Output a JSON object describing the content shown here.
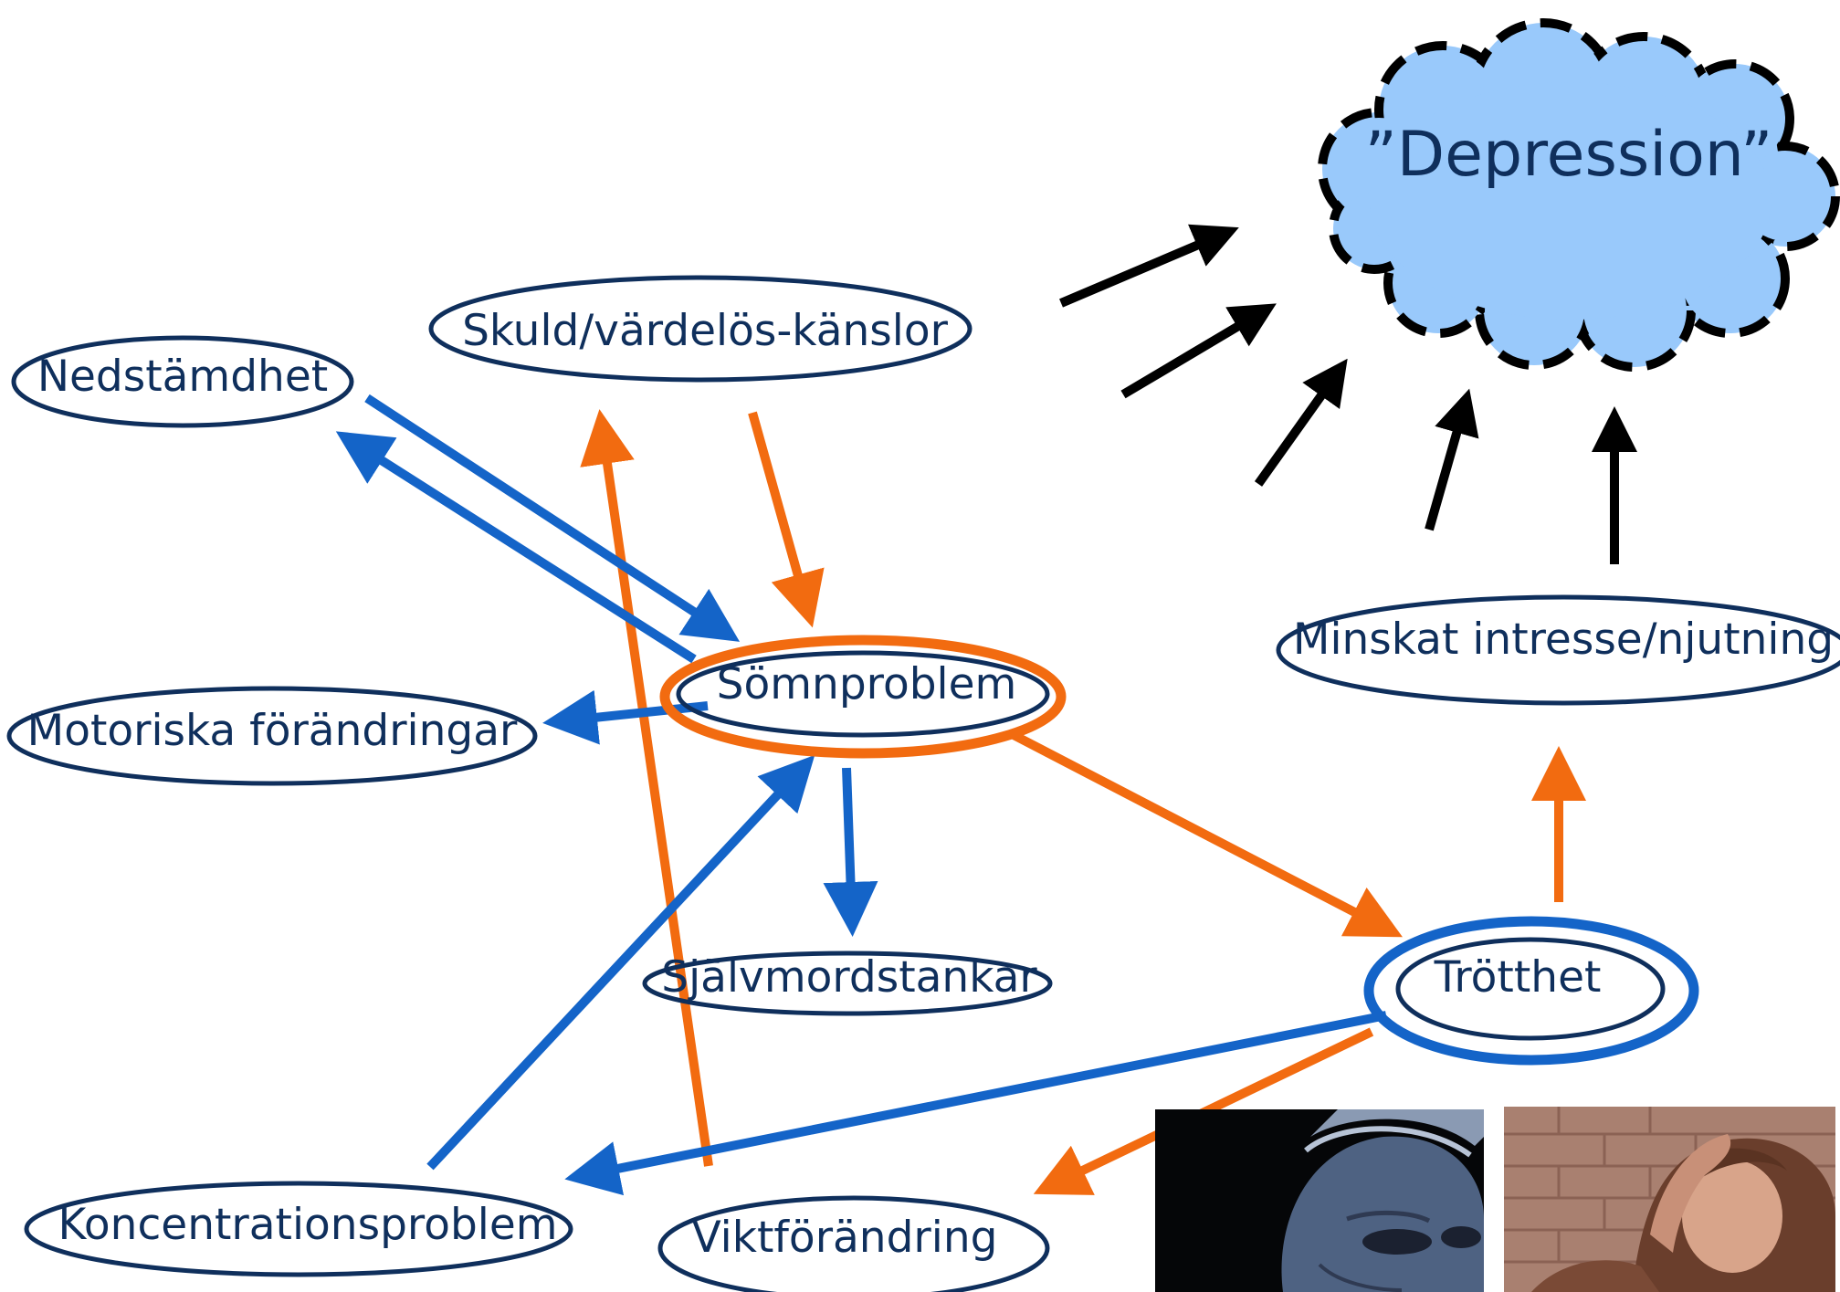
{
  "cloud": {
    "label": "”Depression”"
  },
  "nodes": {
    "nedstamdhet": "Nedstämdhet",
    "skuld": "Skuld/värdelös-känslor",
    "motoriska": "Motoriska förändringar",
    "somnproblem": "Sömnproblem",
    "minskat": "Minskat intresse/njutning",
    "sjalvmord": "Självmordstankar",
    "trotthet": "Trötthet",
    "koncentration": "Koncentrationsproblem",
    "viktforandring": "Viktförändring"
  },
  "colors": {
    "node_text": "#0f2f5c",
    "node_border": "#0f2f5c",
    "orange": "#f26b10",
    "blue": "#1464c8",
    "black": "#000000",
    "cloud_fill": "#99c9fb"
  },
  "photos": {
    "left": "elderly-man-photo",
    "right": "distressed-girl-photo"
  }
}
